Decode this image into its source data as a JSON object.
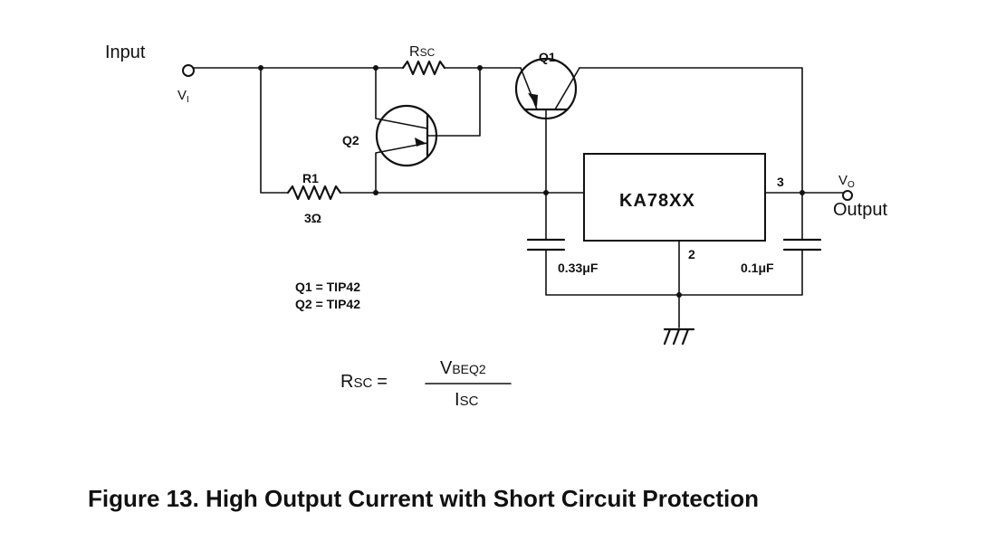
{
  "labels": {
    "input": "Input",
    "vi_main": "V",
    "vi_sub": "I",
    "rsc_main": "R",
    "rsc_sub": "SC",
    "q1": "Q1",
    "q2": "Q2",
    "r1": "R1",
    "r1_value": "3Ω",
    "ic": "KA78XX",
    "pin3": "3",
    "pin2": "2",
    "vo_main": "V",
    "vo_sub": "O",
    "output": "Output",
    "c_in": "0.33μF",
    "c_out": "0.1μF"
  },
  "parts": {
    "q1_line": "Q1 = TIP42",
    "q2_line": "Q2 = TIP42"
  },
  "formula": {
    "lhs_main": "R",
    "lhs_sub": "SC",
    "equals": "=",
    "num_main": "V",
    "num_sub": "BEQ2",
    "den_main": "I",
    "den_sub": "SC"
  },
  "caption": "Figure 13. High Output Current with Short Circuit Protection"
}
